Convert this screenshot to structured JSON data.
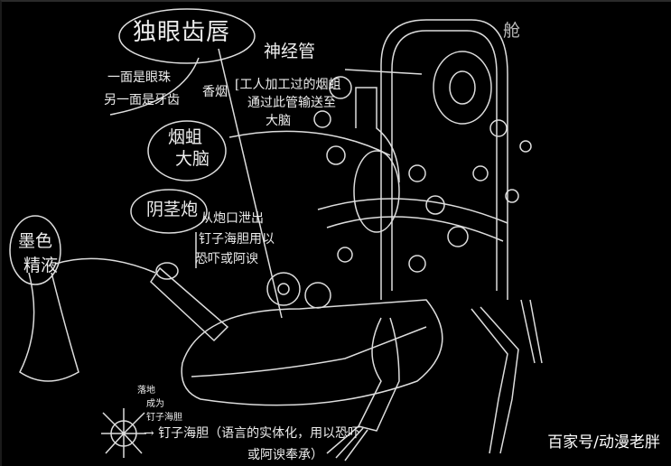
{
  "labels": {
    "eye_tooth_lip": "独眼齿唇",
    "eye_side": "一面是眼珠",
    "tooth_side": "另一面是牙齿",
    "nerve_tube": "神经管",
    "tobacco": "香烟",
    "tobacco_desc_1": "[工人加工过的烟蛆",
    "tobacco_desc_2": "通过此管输送至",
    "tobacco_desc_3": "大脑",
    "maggot_brain_1": "烟蛆",
    "maggot_brain_2": "大脑",
    "cannon": "阴茎炮",
    "cannon_desc_1": "从炮口泄出",
    "cannon_desc_2": "钉子海胆用以",
    "cannon_desc_3": "恐吓或阿谀",
    "black_fluid_1": "墨色",
    "black_fluid_2": "精液",
    "cabin": "舱",
    "landing_1": "落地",
    "landing_2": "成为",
    "landing_3": "钉子海胆",
    "urchin_desc_1": "→ 钉子海胆（语言的实体化，用以恐吓",
    "urchin_desc_2": "或阿谀奉承）"
  },
  "watermark": "百家号/动漫老胖",
  "colors": {
    "background": "#000000",
    "ink": "#eeeeee"
  }
}
